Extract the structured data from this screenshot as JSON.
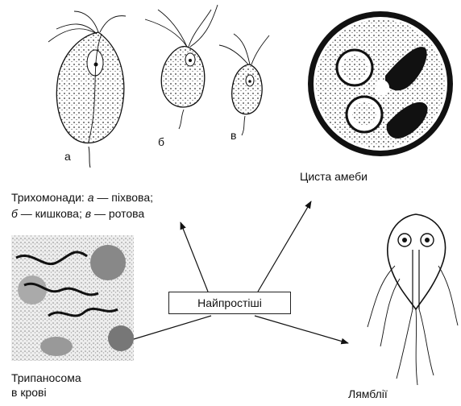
{
  "center": {
    "label": "Найпростіші"
  },
  "trichomonas": {
    "caption_line1_prefix": "Трихомонади: ",
    "caption_line1_a": "а",
    "caption_line1_text": " — піхвова;",
    "caption_line2_b": "б",
    "caption_line2_text": " — кишкова; ",
    "caption_line2_v": "в",
    "caption_line2_end": " — ротова",
    "sub_a": "а",
    "sub_b": "б",
    "sub_v": "в"
  },
  "amoeba": {
    "caption": "Циста амеби"
  },
  "trypanosoma": {
    "caption_line1": "Трипаносома",
    "caption_line2": "в крові"
  },
  "giardia": {
    "caption": "Лямблії"
  },
  "icons": [
    "trichomonas-vaginal-icon",
    "trichomonas-intestinal-icon",
    "trichomonas-oral-icon",
    "amoeba-cyst-icon",
    "trypanosoma-blood-icon",
    "giardia-icon"
  ]
}
